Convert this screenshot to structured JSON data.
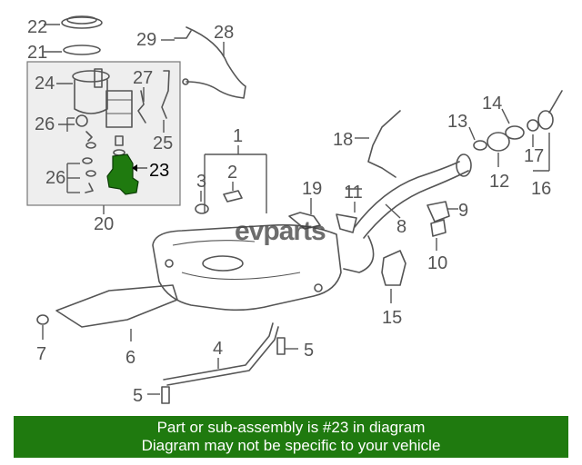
{
  "diagram": {
    "highlight_color": "#1f7a0f",
    "highlighted_part": "23",
    "labels": {
      "n1": "1",
      "n2": "2",
      "n3": "3",
      "n4": "4",
      "n5a": "5",
      "n5b": "5",
      "n6": "6",
      "n7": "7",
      "n8": "8",
      "n9": "9",
      "n10": "10",
      "n11": "11",
      "n12": "12",
      "n13": "13",
      "n14": "14",
      "n15": "15",
      "n16": "16",
      "n17": "17",
      "n18": "18",
      "n19": "19",
      "n20": "20",
      "n21": "21",
      "n22": "22",
      "n23": "23",
      "n24": "24",
      "n25": "25",
      "n26a": "26",
      "n26b": "26",
      "n27": "27",
      "n28": "28",
      "n29": "29"
    }
  },
  "watermark": {
    "brand": "evparts"
  },
  "banner": {
    "background": "#1f7a0f",
    "line1": "Part or sub-assembly is #23 in diagram",
    "line2": "Diagram may not be specific to your vehicle"
  }
}
